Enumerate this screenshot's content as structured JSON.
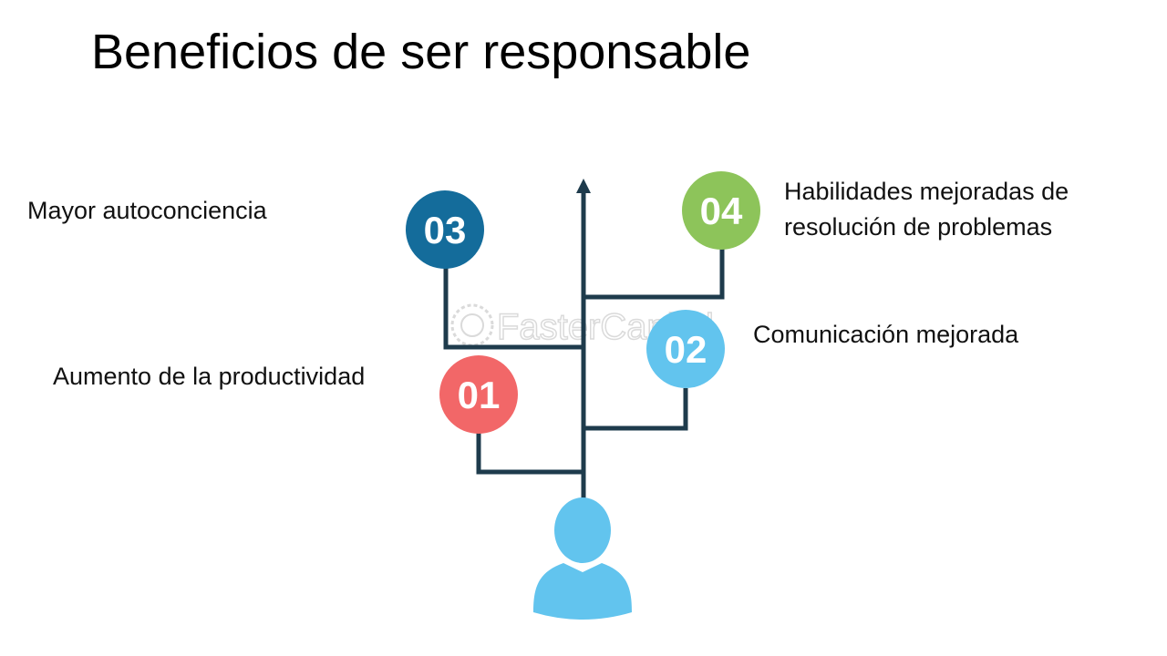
{
  "title": "Beneficios de ser responsable",
  "watermark": "FasterCapital",
  "items": [
    {
      "number": "01",
      "label": "Aumento de la productividad",
      "color": "#f26768"
    },
    {
      "number": "02",
      "label": "Comunicación mejorada",
      "color": "#62c4ee"
    },
    {
      "number": "03",
      "label": "Mayor autoconciencia",
      "color": "#146c9b"
    },
    {
      "number": "04",
      "label_lines": [
        "Habilidades mejoradas de",
        "resolución de problemas"
      ],
      "color": "#8dc45a"
    }
  ],
  "colors": {
    "connector": "#1e3b4c",
    "person": "#62c4ee"
  },
  "icons": {
    "person": "person-icon",
    "arrow": "arrow-up-icon"
  }
}
